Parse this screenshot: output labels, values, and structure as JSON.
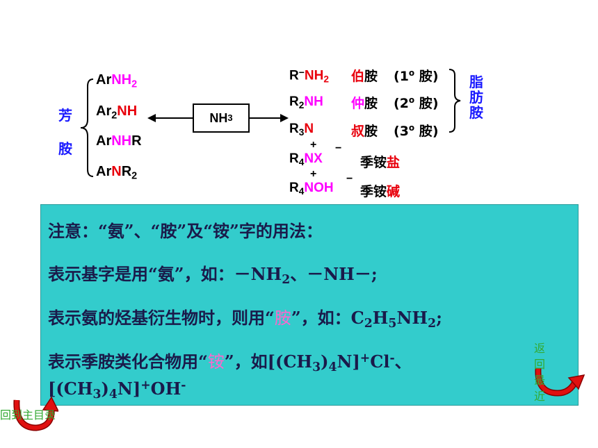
{
  "aromatic": {
    "label_top": "芳",
    "label_bottom": "胺",
    "items": [
      {
        "prefix": "Ar",
        "hl": "NH",
        "sub": "2",
        "rest": "",
        "rest_sub": ""
      },
      {
        "prefix": "Ar",
        "prefix_sub": "2",
        "hl": "NH",
        "rest": ""
      },
      {
        "prefix": "Ar",
        "hl": "NH",
        "rest": "R"
      },
      {
        "prefix": "Ar",
        "hl": "N",
        "rest": "R",
        "rest_sub": "2"
      }
    ]
  },
  "center": {
    "nh": "NH",
    "sub": "3"
  },
  "aliphatic": {
    "label": [
      "脂",
      "肪",
      "胺"
    ],
    "rows": [
      {
        "formula_a": "R",
        "dash": "−",
        "formula_hl": "NH",
        "formula_sub": "2",
        "name_hl": "伯",
        "name_rest": "胺",
        "deg_num": "1",
        "deg_word": "胺"
      },
      {
        "formula_a": "R",
        "formula_a_sub": "2",
        "formula_hl": "NH",
        "name_hl": "仲",
        "name_rest": "胺",
        "deg_num": "2",
        "deg_word": "胺"
      },
      {
        "formula_a": "R",
        "formula_a_sub": "3",
        "formula_hl": "N",
        "name_hl": "叔",
        "name_rest": "胺",
        "deg_num": "3",
        "deg_word": "胺"
      }
    ],
    "salt": {
      "formula_a": "R",
      "formula_a_sub": "4",
      "formula_hl": "NX",
      "plus": "+",
      "minus": "−",
      "name_a": "季铵",
      "name_hl": "盐"
    },
    "base": {
      "formula_a": "R",
      "formula_a_sub": "4",
      "formula_hl": "NOH",
      "plus": "+",
      "minus": "−",
      "name_a": "季铵",
      "name_hl": "碱"
    }
  },
  "note": {
    "line1": "注意：“氨”、“胺”及“铵”字的用法：",
    "line2_a": "表示基字是用“氨”，如：－NH",
    "line2_sub": "2",
    "line2_b": "、－NH－;",
    "line3_a": "表示氨的烃基衍生物时，则用“",
    "line3_pink": "胺",
    "line3_b": "”，如：C",
    "line3_s1": "2",
    "line3_c": "H",
    "line3_s2": "5",
    "line3_d": "NH",
    "line3_s3": "2",
    "line3_e": ";",
    "line4_a": "表示季胺类化合物用“",
    "line4_pink": "铵",
    "line4_b": "”，如[(CH",
    "line4_s1": "3",
    "line4_c": ")",
    "line4_s2": "4",
    "line4_d": "N]",
    "line4_sup1": "+",
    "line4_e": "Cl",
    "line4_sup2": "-",
    "line4_f": "、",
    "line5_a": "[(CH",
    "line5_s1": "3",
    "line5_b": ")",
    "line5_s2": "4",
    "line5_c": "N]",
    "line5_sup1": "+",
    "line5_d": "OH",
    "line5_sup2": "-"
  },
  "nav": {
    "back_main": "回到主目录",
    "back_recent": [
      "返",
      "回",
      "最",
      "近"
    ]
  },
  "colors": {
    "highlight_magenta": "#ff00ff",
    "highlight_red": "#e8000c",
    "label_blue": "#1a1aff",
    "panel": "#33cccc"
  }
}
